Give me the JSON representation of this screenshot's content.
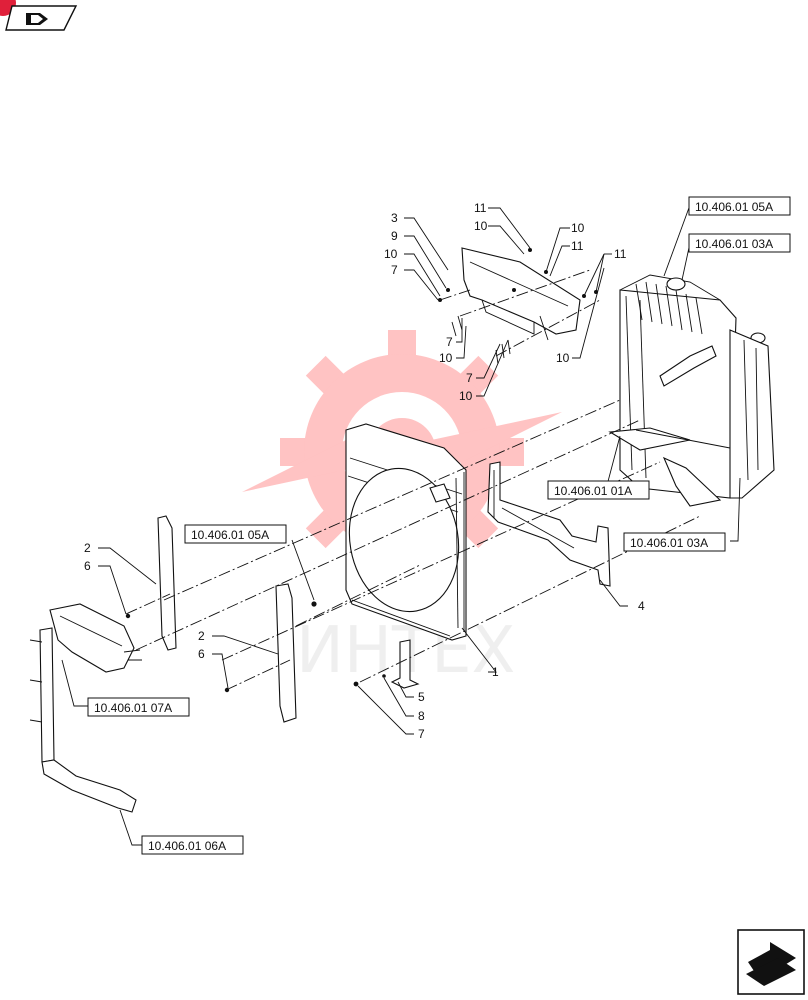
{
  "watermark": {
    "text": "ИНТЕХ",
    "color": "#ff2a2a"
  },
  "icons": {
    "top_left": "book-tab-icon",
    "bottom_right": "next-page-arrow-icon",
    "corner": "red-corner-marker"
  },
  "refs": {
    "r1": "10.406.01 05A",
    "r2": "10.406.01 03A",
    "r3": "10.406.01 01A",
    "r4": "10.406.01 03A",
    "r5": "10.406.01 05A",
    "r6": "10.406.01 07A",
    "r7": "10.406.01 06A"
  },
  "labels": {
    "n1": "1",
    "n2a": "2",
    "n2b": "2",
    "n3": "3",
    "n4": "4",
    "n5": "5",
    "n6a": "6",
    "n6b": "6",
    "n7a": "7",
    "n7b": "7",
    "n7c": "7",
    "n7d": "7",
    "n8": "8",
    "n9": "9",
    "n10a": "10",
    "n10b": "10",
    "n10c": "10",
    "n10d": "10",
    "n10e": "10",
    "n10f": "10",
    "n11a": "11",
    "n11b": "11",
    "n11c": "11"
  }
}
